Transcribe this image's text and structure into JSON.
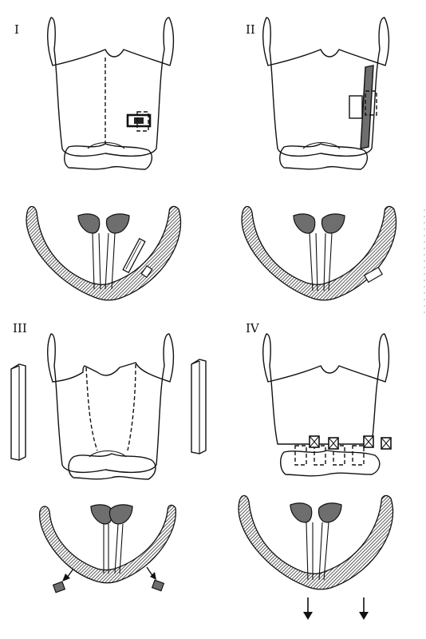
{
  "panels": [
    {
      "id": "panel-1",
      "label": "I"
    },
    {
      "id": "panel-2",
      "label": "II"
    },
    {
      "id": "panel-3",
      "label": "III"
    },
    {
      "id": "panel-4",
      "label": "IV"
    }
  ],
  "colors": {
    "ink": "#111111",
    "shade": "#6e6e6e",
    "paper": "#ffffff"
  },
  "icons": [
    "thyroid-cartilage-icon",
    "arytenoid-icon",
    "implant-block-icon",
    "arrow-down-icon"
  ]
}
